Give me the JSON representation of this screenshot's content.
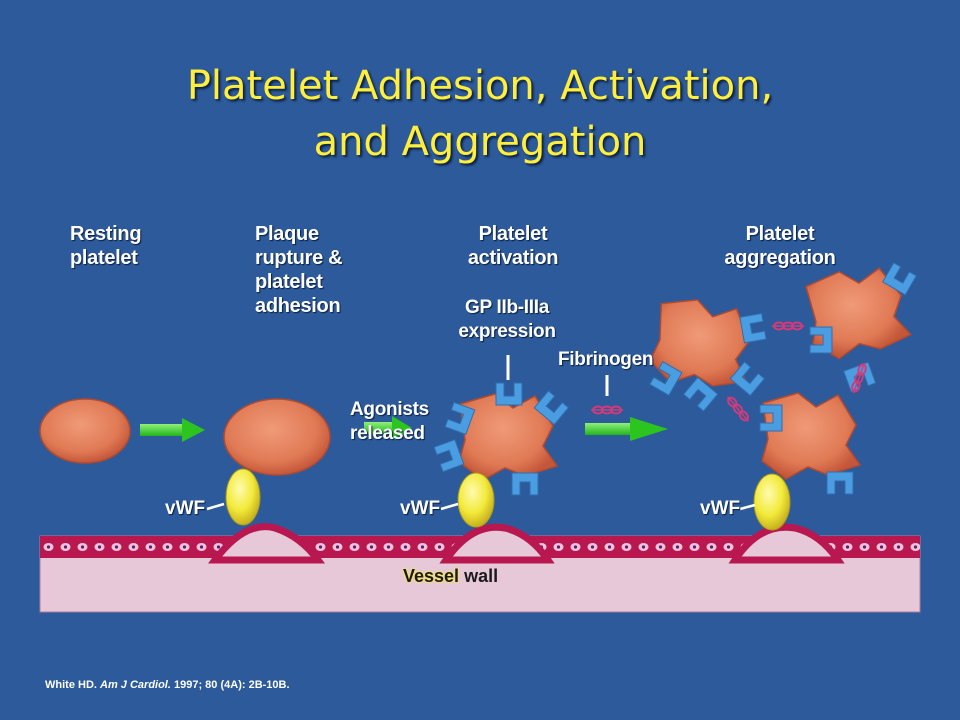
{
  "title": {
    "line1": "Platelet Adhesion, Activation,",
    "line2": "and Aggregation"
  },
  "stages": {
    "resting": [
      "Resting",
      "platelet"
    ],
    "adhesion": [
      "Plaque",
      "rupture &",
      "platelet",
      "adhesion"
    ],
    "activation": [
      "Platelet",
      "activation"
    ],
    "aggregation": [
      "Platelet",
      "aggregation"
    ]
  },
  "labels": {
    "gp": [
      "GP IIb-IIIa",
      "expression"
    ],
    "fibrinogen": "Fibrinogen",
    "agonists": [
      "Agonists",
      "released"
    ],
    "vwf": "vWF",
    "vessel_word1": "Vessel",
    "vessel_word2": "wall"
  },
  "citation": {
    "author": "White HD.",
    "journal": "Am J Cardiol.",
    "details": "1997; 80 (4A): 2B-10B."
  },
  "colors": {
    "background": "#2d5a9a",
    "title": "#ffef3c",
    "platelet": "#e07a55",
    "receptor": "#4a9de0",
    "vwf": "#f2ea3a",
    "arrow": "#3ddb2a",
    "vessel": "#e6c8d8",
    "endothelium": "#b8184f"
  },
  "icons": [
    "resting-platelet",
    "activated-platelet",
    "gp-receptor",
    "fibrinogen-molecule",
    "arrow-right",
    "vwf-molecule"
  ]
}
